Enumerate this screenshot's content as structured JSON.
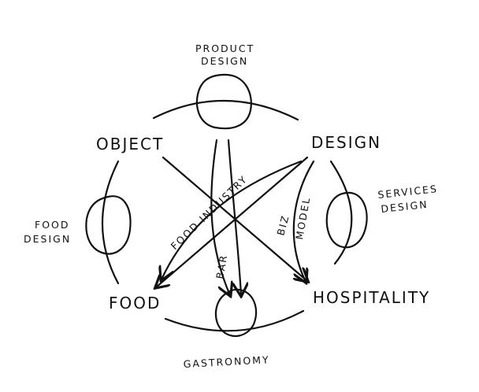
{
  "nodes": {
    "object": "OBJECT",
    "design": "DESIGN",
    "food": "FOOD",
    "hospitality": "HOSPITALITY"
  },
  "circles": {
    "product_design": [
      "PRODUCT",
      "DESIGN"
    ],
    "food_design": [
      "FOOD",
      "DESIGN"
    ],
    "services_design": [
      "SERVICES",
      "DESIGN"
    ],
    "gastronomy": "GASTRONOMY"
  },
  "arrows": {
    "food_industry": "FOOD INDUSTRY",
    "bar": "BAR",
    "biz_model": [
      "BIZ",
      "MODEL"
    ]
  }
}
